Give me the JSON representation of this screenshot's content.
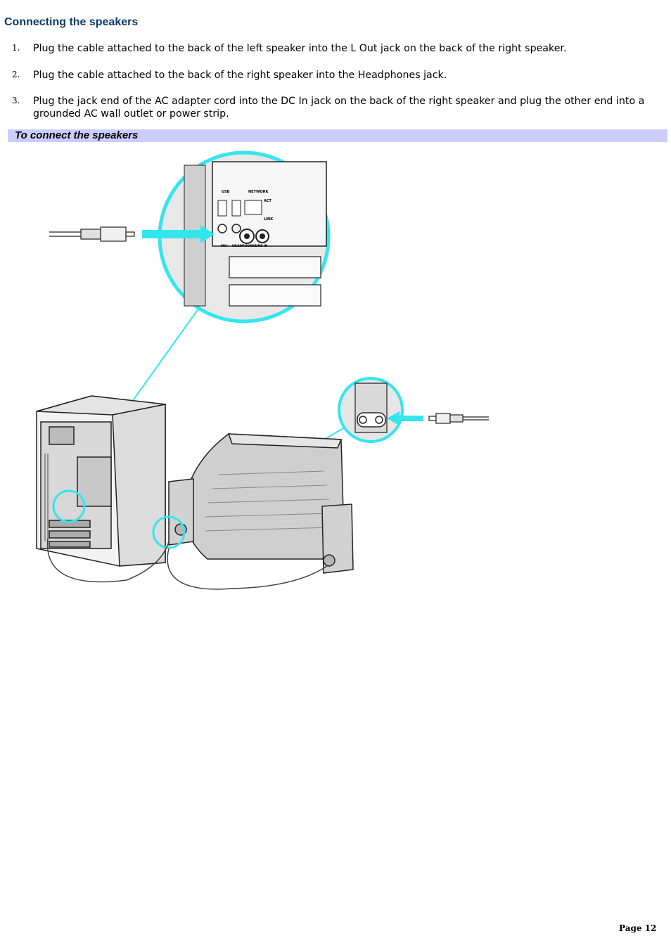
{
  "heading": "Connecting the speakers",
  "steps": [
    {
      "num": "1.",
      "text": "Plug the cable attached to the back of the left speaker into the L Out jack on the back of the right speaker."
    },
    {
      "num": "2.",
      "text": "Plug the cable attached to the back of the right speaker into the Headphones jack."
    },
    {
      "num": "3.",
      "text": "Plug the jack end of the AC adapter cord into the DC In jack on the back of the right speaker and plug the other end into a grounded AC wall outlet or power strip."
    }
  ],
  "banner": "To connect the speakers",
  "figure": {
    "port_labels": {
      "usb": "USB",
      "network": "NETWORK",
      "act": "ACT",
      "link": "LINK",
      "mic": "MIC",
      "headphones": "HEADPHONES",
      "line_in": "LINE IN"
    }
  },
  "page_label": "Page 12",
  "colors": {
    "heading": "#0f3a68",
    "banner": "#ccccff",
    "callout": "#33e6ee"
  }
}
